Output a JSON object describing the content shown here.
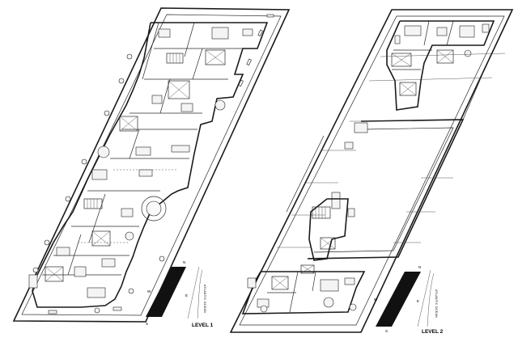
{
  "plans": [
    {
      "level_label": "LEVEL 1",
      "compass": {
        "north": "N",
        "south": "S",
        "east": "E",
        "west": "W"
      },
      "water_label": "ATLANTIC OCEAN"
    },
    {
      "level_label": "LEVEL 2",
      "compass": {
        "north": "N",
        "south": "S",
        "east": "E",
        "west": "W"
      },
      "water_label": "ATLANTIC OCEAN"
    }
  ]
}
